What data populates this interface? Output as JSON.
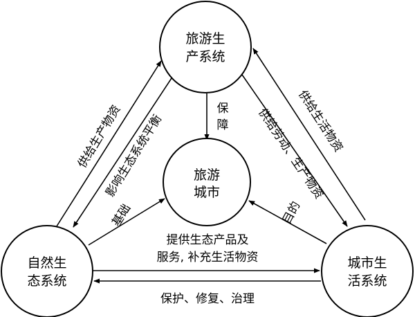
{
  "nodes": {
    "tourism_production": {
      "line1": "旅游生",
      "line2": "产系统"
    },
    "tourism_city": {
      "line1": "旅游",
      "line2": "城市"
    },
    "natural_eco": {
      "line1": "自然生",
      "line2": "态系统"
    },
    "urban_life": {
      "line1": "城市生",
      "line2": "活系统"
    }
  },
  "edges": {
    "supply_production": "供给生产物资",
    "affect_balance": "影响生态系统平衡",
    "foundation": "基础",
    "guarantee": "保障",
    "supply_labor": "供给劳动、生产物资",
    "supply_living": "供给生活物资",
    "purpose": "目的",
    "eco_products_1": "提供生态产品及",
    "eco_products_2": "服务, 补充生活物资",
    "protect": "保护、修复、治理"
  }
}
